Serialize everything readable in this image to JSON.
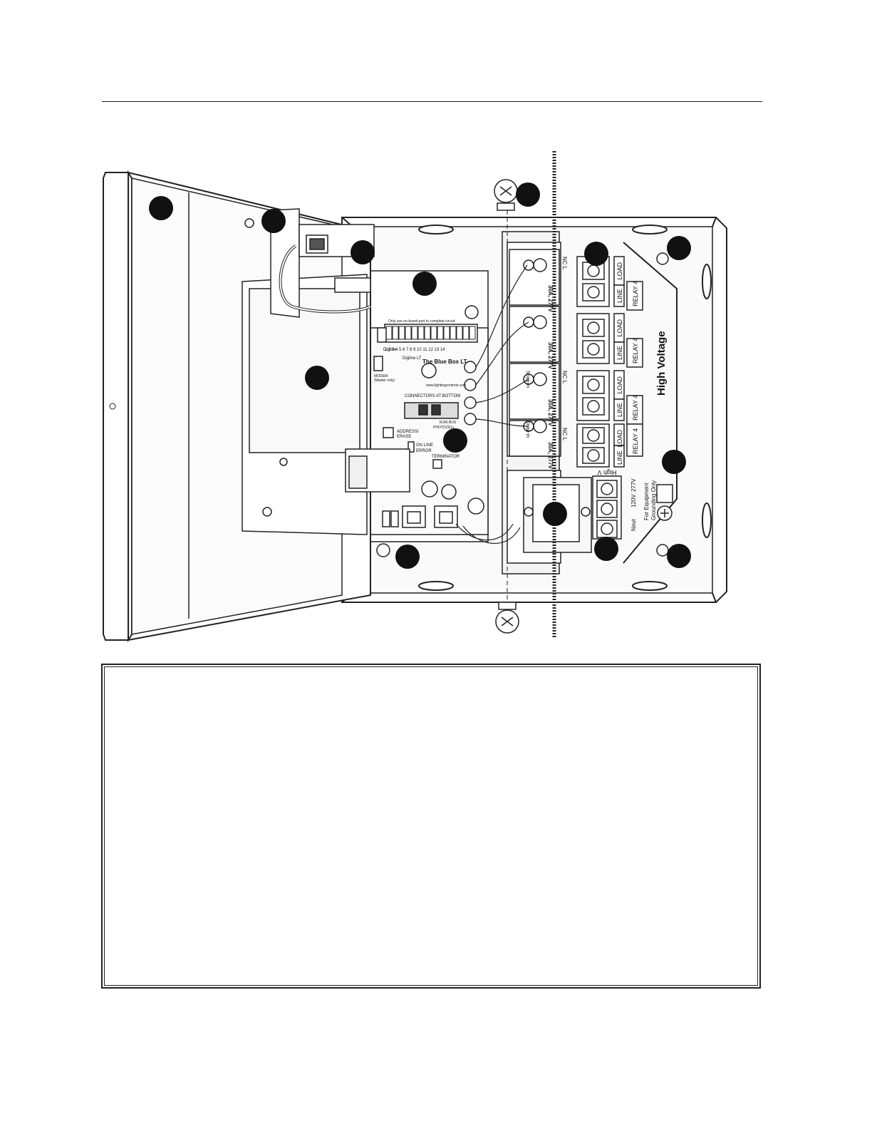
{
  "labels": {
    "line_4_1": "LINE",
    "load_4_1": "LOAD",
    "relay_4_1": "RELAY 4",
    "line_4_2": "LINE",
    "load_4_2": "LOAD",
    "relay_4_2": "RELAY 4",
    "line_4_3": "LINE",
    "load_4_3": "LOAD",
    "relay_4_3": "RELAY 4",
    "line_4_4": "LINE",
    "load_4_4": "LOAD",
    "relay_4_4": "RELAY 4",
    "high_voltage": "High Voltage",
    "grounding_1": "For Equipment",
    "grounding_2": "Grounding Only",
    "neut": "Neut",
    "v120": "120V",
    "v277": "277V",
    "high_v": "High V",
    "board_title": "The Blue Box LT",
    "board_url": "www.lightingcontrols.com",
    "connectors_at_bottom": "CONNECTORS AT BOTTOM",
    "rj45_bus": "RJ45 BUS",
    "photocell": "PHOTOCELL",
    "address_erase_1": "ADDRESS/",
    "address_erase_2": "ERASE",
    "on_line": "ON LINE",
    "error": "ERROR",
    "terminator": "TERMINATOR",
    "modem_1": "MODEM",
    "modem_2": "(Master only)",
    "digline_lt": "Digline LT",
    "digline": "Digline",
    "board_note": "Only use on-board-port to complete circuit",
    "terminal_numbers": "1  2  3  4  5  6  7  8  9 10 11 12 13 14",
    "relay_rating_1": "30A, 277V",
    "relay_rating_2": "NC L",
    "snap_in": "Snap-in"
  }
}
